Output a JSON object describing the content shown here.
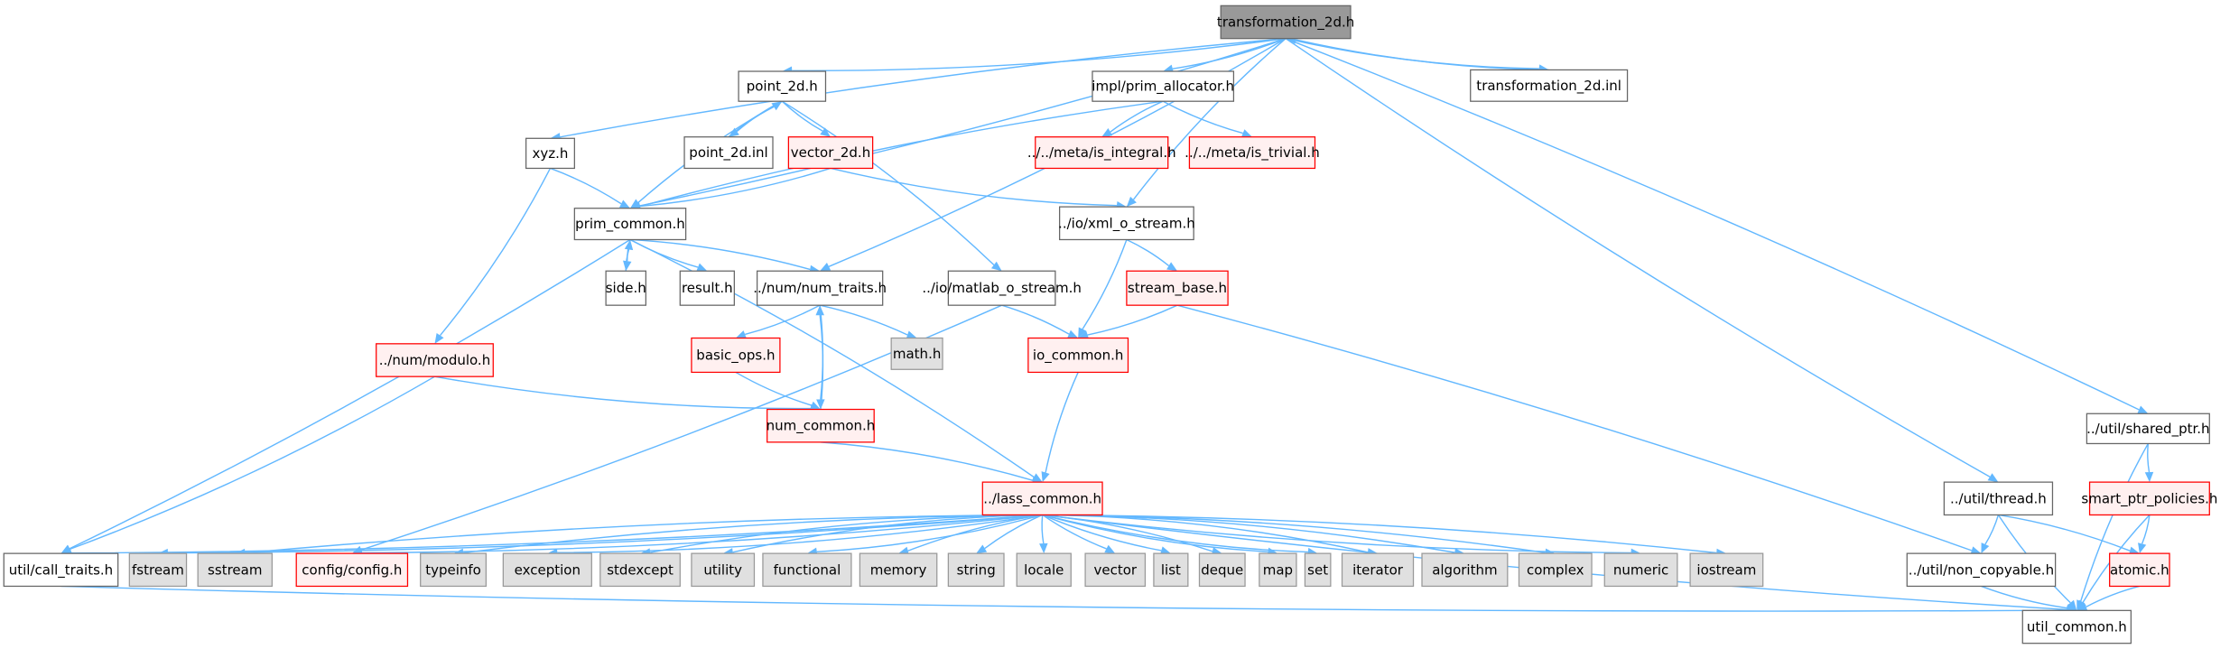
{
  "title": "transformation_2d.h",
  "colors": {
    "edge": "#63b8ff",
    "red_border": "#ff0000",
    "grey_fill": "#e0e0e0",
    "root_fill": "#999999"
  },
  "nodes": [
    {
      "id": "t2d",
      "label": "transformation_2d.h",
      "kind": "root"
    },
    {
      "id": "xyz",
      "label": "xyz.h",
      "kind": "normal"
    },
    {
      "id": "p2d",
      "label": "point_2d.h",
      "kind": "normal"
    },
    {
      "id": "p2dinl",
      "label": "point_2d.inl",
      "kind": "normal"
    },
    {
      "id": "v2d",
      "label": "vector_2d.h",
      "kind": "red"
    },
    {
      "id": "alloc",
      "label": "impl/prim_allocator.h",
      "kind": "normal"
    },
    {
      "id": "isint",
      "label": "../../meta/is_integral.h",
      "kind": "red"
    },
    {
      "id": "istriv",
      "label": "../../meta/is_trivial.h",
      "kind": "red"
    },
    {
      "id": "t2dinl",
      "label": "transformation_2d.inl",
      "kind": "normal"
    },
    {
      "id": "prim",
      "label": "prim_common.h",
      "kind": "normal"
    },
    {
      "id": "side",
      "label": "side.h",
      "kind": "normal"
    },
    {
      "id": "result",
      "label": "result.h",
      "kind": "normal"
    },
    {
      "id": "numtraits",
      "label": "../num/num_traits.h",
      "kind": "normal"
    },
    {
      "id": "math",
      "label": "math.h",
      "kind": "grey"
    },
    {
      "id": "xml",
      "label": "../io/xml_o_stream.h",
      "kind": "normal"
    },
    {
      "id": "matlab",
      "label": "../io/matlab_o_stream.h",
      "kind": "normal"
    },
    {
      "id": "streambase",
      "label": "stream_base.h",
      "kind": "red"
    },
    {
      "id": "iocommon",
      "label": "io_common.h",
      "kind": "red"
    },
    {
      "id": "basicops",
      "label": "basic_ops.h",
      "kind": "red"
    },
    {
      "id": "numcommon",
      "label": "num_common.h",
      "kind": "red"
    },
    {
      "id": "modulo",
      "label": "../num/modulo.h",
      "kind": "red"
    },
    {
      "id": "lass",
      "label": "../lass_common.h",
      "kind": "red"
    },
    {
      "id": "calltraits",
      "label": "util/call_traits.h",
      "kind": "normal"
    },
    {
      "id": "fstream",
      "label": "fstream",
      "kind": "grey"
    },
    {
      "id": "sstream",
      "label": "sstream",
      "kind": "grey"
    },
    {
      "id": "config",
      "label": "config/config.h",
      "kind": "red"
    },
    {
      "id": "typeinfo",
      "label": "typeinfo",
      "kind": "grey"
    },
    {
      "id": "exception",
      "label": "exception",
      "kind": "grey"
    },
    {
      "id": "stdexcept",
      "label": "stdexcept",
      "kind": "grey"
    },
    {
      "id": "utility",
      "label": "utility",
      "kind": "grey"
    },
    {
      "id": "functional",
      "label": "functional",
      "kind": "grey"
    },
    {
      "id": "memory",
      "label": "memory",
      "kind": "grey"
    },
    {
      "id": "string",
      "label": "string",
      "kind": "grey"
    },
    {
      "id": "locale",
      "label": "locale",
      "kind": "grey"
    },
    {
      "id": "vector",
      "label": "vector",
      "kind": "grey"
    },
    {
      "id": "list",
      "label": "list",
      "kind": "grey"
    },
    {
      "id": "deque",
      "label": "deque",
      "kind": "grey"
    },
    {
      "id": "map",
      "label": "map",
      "kind": "grey"
    },
    {
      "id": "set",
      "label": "set",
      "kind": "grey"
    },
    {
      "id": "iterator",
      "label": "iterator",
      "kind": "grey"
    },
    {
      "id": "algorithm",
      "label": "algorithm",
      "kind": "grey"
    },
    {
      "id": "complex",
      "label": "complex",
      "kind": "grey"
    },
    {
      "id": "numeric",
      "label": "numeric",
      "kind": "grey"
    },
    {
      "id": "iostream",
      "label": "iostream",
      "kind": "grey"
    },
    {
      "id": "sharedptr",
      "label": "../util/shared_ptr.h",
      "kind": "normal"
    },
    {
      "id": "thread",
      "label": "../util/thread.h",
      "kind": "normal"
    },
    {
      "id": "smart",
      "label": "smart_ptr_policies.h",
      "kind": "red"
    },
    {
      "id": "noncopy",
      "label": "../util/non_copyable.h",
      "kind": "normal"
    },
    {
      "id": "atomic",
      "label": "atomic.h",
      "kind": "red"
    },
    {
      "id": "utilcommon",
      "label": "util_common.h",
      "kind": "normal"
    }
  ],
  "edges": [
    [
      "t2d",
      "xyz"
    ],
    [
      "t2d",
      "p2d"
    ],
    [
      "t2d",
      "prim"
    ],
    [
      "t2d",
      "numtraits"
    ],
    [
      "t2d",
      "alloc"
    ],
    [
      "t2d",
      "xml"
    ],
    [
      "t2d",
      "t2dinl"
    ],
    [
      "t2dinl",
      "t2d"
    ],
    [
      "t2d",
      "thread"
    ],
    [
      "t2d",
      "sharedptr"
    ],
    [
      "xyz",
      "prim"
    ],
    [
      "xyz",
      "modulo"
    ],
    [
      "p2d",
      "p2dinl"
    ],
    [
      "p2dinl",
      "p2d"
    ],
    [
      "p2d",
      "v2d"
    ],
    [
      "p2d",
      "prim"
    ],
    [
      "p2d",
      "matlab"
    ],
    [
      "v2d",
      "prim"
    ],
    [
      "v2d",
      "xml"
    ],
    [
      "alloc",
      "isint"
    ],
    [
      "alloc",
      "istriv"
    ],
    [
      "alloc",
      "prim"
    ],
    [
      "prim",
      "side"
    ],
    [
      "side",
      "prim"
    ],
    [
      "prim",
      "result"
    ],
    [
      "prim",
      "numtraits"
    ],
    [
      "prim",
      "lass"
    ],
    [
      "prim",
      "calltraits"
    ],
    [
      "numtraits",
      "basicops"
    ],
    [
      "numtraits",
      "math"
    ],
    [
      "numtraits",
      "numcommon"
    ],
    [
      "numcommon",
      "numtraits"
    ],
    [
      "basicops",
      "numcommon"
    ],
    [
      "modulo",
      "numcommon"
    ],
    [
      "modulo",
      "calltraits"
    ],
    [
      "numcommon",
      "lass"
    ],
    [
      "matlab",
      "iocommon"
    ],
    [
      "matlab",
      "config"
    ],
    [
      "xml",
      "streambase"
    ],
    [
      "xml",
      "iocommon"
    ],
    [
      "streambase",
      "iocommon"
    ],
    [
      "streambase",
      "noncopy"
    ],
    [
      "iocommon",
      "lass"
    ],
    [
      "lass",
      "calltraits"
    ],
    [
      "lass",
      "fstream"
    ],
    [
      "lass",
      "sstream"
    ],
    [
      "lass",
      "config"
    ],
    [
      "lass",
      "typeinfo"
    ],
    [
      "lass",
      "exception"
    ],
    [
      "lass",
      "stdexcept"
    ],
    [
      "lass",
      "utility"
    ],
    [
      "lass",
      "functional"
    ],
    [
      "lass",
      "memory"
    ],
    [
      "lass",
      "string"
    ],
    [
      "lass",
      "locale"
    ],
    [
      "lass",
      "vector"
    ],
    [
      "lass",
      "list"
    ],
    [
      "lass",
      "deque"
    ],
    [
      "lass",
      "map"
    ],
    [
      "lass",
      "set"
    ],
    [
      "lass",
      "iterator"
    ],
    [
      "lass",
      "algorithm"
    ],
    [
      "lass",
      "complex"
    ],
    [
      "lass",
      "numeric"
    ],
    [
      "lass",
      "iostream"
    ],
    [
      "lass",
      "utilcommon"
    ],
    [
      "calltraits",
      "utilcommon"
    ],
    [
      "sharedptr",
      "smart"
    ],
    [
      "sharedptr",
      "utilcommon"
    ],
    [
      "thread",
      "noncopy"
    ],
    [
      "thread",
      "utilcommon"
    ],
    [
      "thread",
      "atomic"
    ],
    [
      "smart",
      "atomic"
    ],
    [
      "smart",
      "utilcommon"
    ],
    [
      "atomic",
      "utilcommon"
    ],
    [
      "noncopy",
      "utilcommon"
    ]
  ]
}
